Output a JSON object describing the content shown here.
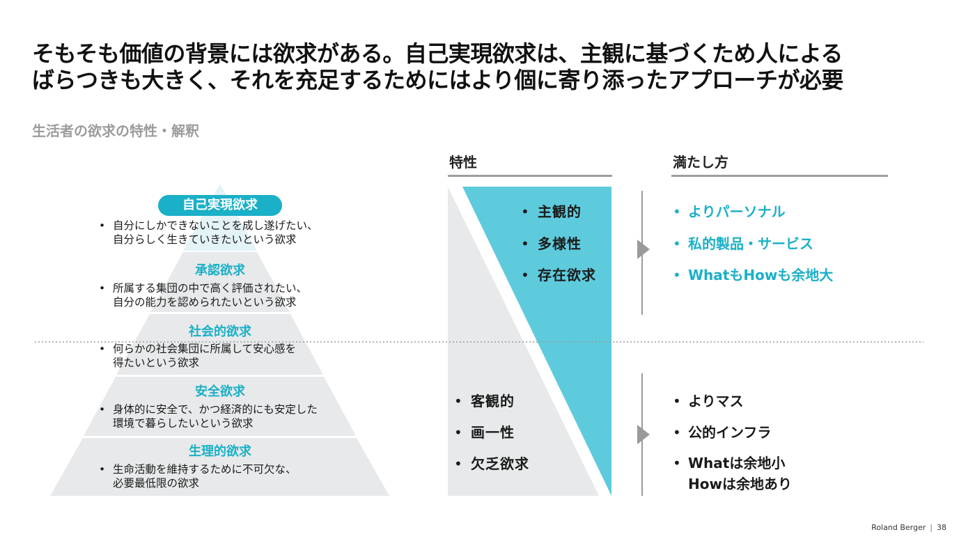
{
  "title": {
    "line1": "そもそも価値の背景には欲求がある。自己実現欲求は、主観に基づくため人による",
    "line2": "ばらつきも大きく、それを充足するためにはより個に寄り添ったアプローチが必要"
  },
  "subtitle": "生活者の欲求の特性・解釈",
  "columns": {
    "traits_header": "特性",
    "how_header": "満たし方"
  },
  "pyramid": {
    "levels": [
      {
        "title": "自己実現欲求",
        "desc_line1": "自分にしかできないことを成し遂げたい、",
        "desc_line2": "自分らしく生きていきたいという欲求"
      },
      {
        "title": "承認欲求",
        "desc_line1": "所属する集団の中で高く評価されたい、",
        "desc_line2": "自分の能力を認められたいという欲求"
      },
      {
        "title": "社会的欲求",
        "desc_line1": "何らかの社会集団に所属して安心感を",
        "desc_line2": "得たいという欲求"
      },
      {
        "title": "安全欲求",
        "desc_line1": "身体的に安全で、かつ経済的にも安定した",
        "desc_line2": "環境で暮らしたいという欲求"
      },
      {
        "title": "生理的欲求",
        "desc_line1": "生命活動を維持するために不可欠な、",
        "desc_line2": "必要最低限の欲求"
      }
    ],
    "bullet": "•"
  },
  "traits": {
    "upper": [
      "主観的",
      "多様性",
      "存在欲求"
    ],
    "lower": [
      "客観的",
      "画一性",
      "欠乏欲求"
    ]
  },
  "how": {
    "upper": [
      "よりパーソナル",
      "私的製品・サービス",
      "WhatもHowも余地大"
    ],
    "lower": [
      "よりマス",
      "公的インフラ"
    ],
    "lower_multi": {
      "line1": "Whatは余地小",
      "line2": "Howは余地あり"
    }
  },
  "footer": {
    "brand": "Roland Berger",
    "separator": "|",
    "page": "38"
  },
  "colors": {
    "accent": "#1ab0c7",
    "triangle_teal": "#5ecbdd",
    "pyramid_gray": "#e7e9ea",
    "arrow_gray": "#9a9a9a"
  }
}
